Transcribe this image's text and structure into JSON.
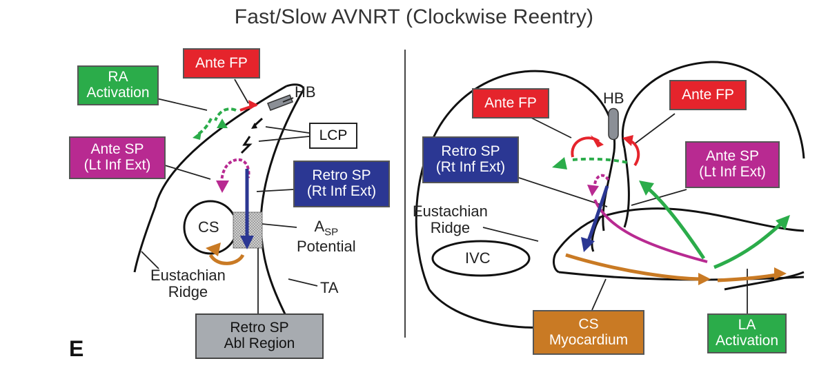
{
  "title": "Fast/Slow AVNRT (Clockwise Reentry)",
  "panel_letter": "E",
  "left_panel": {
    "ante_fp": "Ante FP",
    "ra_activation": [
      "RA",
      "Activation"
    ],
    "hb": "HB",
    "lcp": "LCP",
    "ante_sp": [
      "Ante SP",
      "(Lt Inf Ext)"
    ],
    "retro_sp": [
      "Retro SP",
      "(Rt Inf Ext)"
    ],
    "cs": "CS",
    "asp_main": "A",
    "asp_sub": "SP",
    "asp_potential": "Potential",
    "eustachian_ridge": [
      "Eustachian",
      "Ridge"
    ],
    "ta": "TA",
    "retro_sp_abl": [
      "Retro SP",
      "Abl Region"
    ]
  },
  "right_panel": {
    "ante_fp_left": "Ante FP",
    "hb": "HB",
    "ante_fp_right": "Ante FP",
    "retro_sp": [
      "Retro SP",
      "(Rt Inf Ext)"
    ],
    "ante_sp": [
      "Ante SP",
      "(Lt Inf Ext)"
    ],
    "eustachian_ridge": [
      "Eustachian",
      "Ridge"
    ],
    "ivc": "IVC",
    "cs_myocardium": [
      "CS",
      "Myocardium"
    ],
    "la_activation": [
      "LA",
      "Activation"
    ]
  },
  "colors": {
    "red": "#e5242c",
    "green": "#2bac4a",
    "magenta": "#b82a91",
    "blue": "#2b3793",
    "orange": "#c97a24",
    "gray": "#a7abb0"
  }
}
